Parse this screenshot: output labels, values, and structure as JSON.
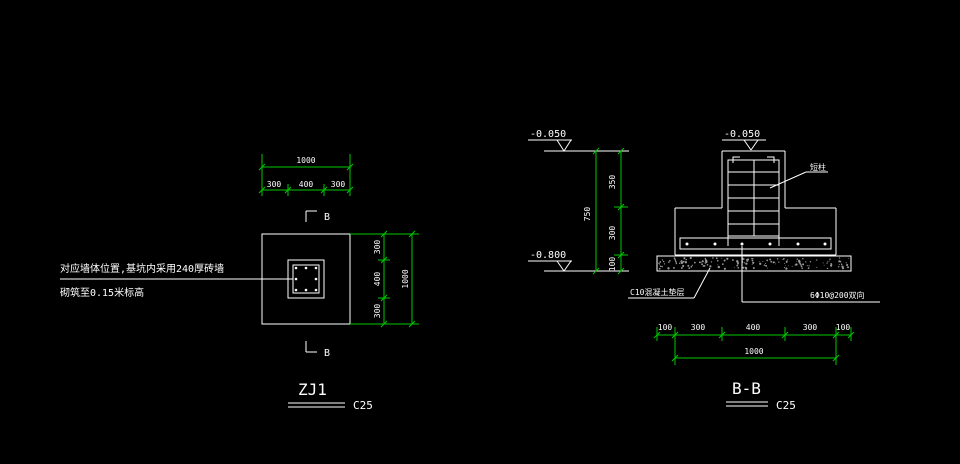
{
  "colors": {
    "background": "#000000",
    "line": "#ffffff",
    "dimension": "#00c800"
  },
  "plan": {
    "dims_top": {
      "total": "1000",
      "left": "300",
      "mid": "400",
      "right": "300"
    },
    "dims_right": {
      "total": "1000",
      "top": "300",
      "mid": "400",
      "bottom": "300"
    },
    "section_mark_top": "B",
    "section_mark_bottom": "B",
    "note_line1": "对应墙体位置,基坑内采用240厚砖墙",
    "note_line2": "砌筑至0.15米标高",
    "title": "ZJ1",
    "grade": "C25"
  },
  "elevation": {
    "top_level": "-0.050",
    "bottom_level": "-0.800",
    "dim_total": "750",
    "dim_top": "350",
    "dim_mid": "300",
    "dim_bottom": "100"
  },
  "section": {
    "top_level": "-0.050",
    "column_label": "短柱",
    "cushion_label": "C10混凝土垫层",
    "rebar_label": "6Φ10@200双向",
    "dims": {
      "a": "100",
      "b": "300",
      "c": "400",
      "d": "300",
      "e": "100",
      "total": "1000"
    },
    "title": "B-B",
    "grade": "C25"
  }
}
